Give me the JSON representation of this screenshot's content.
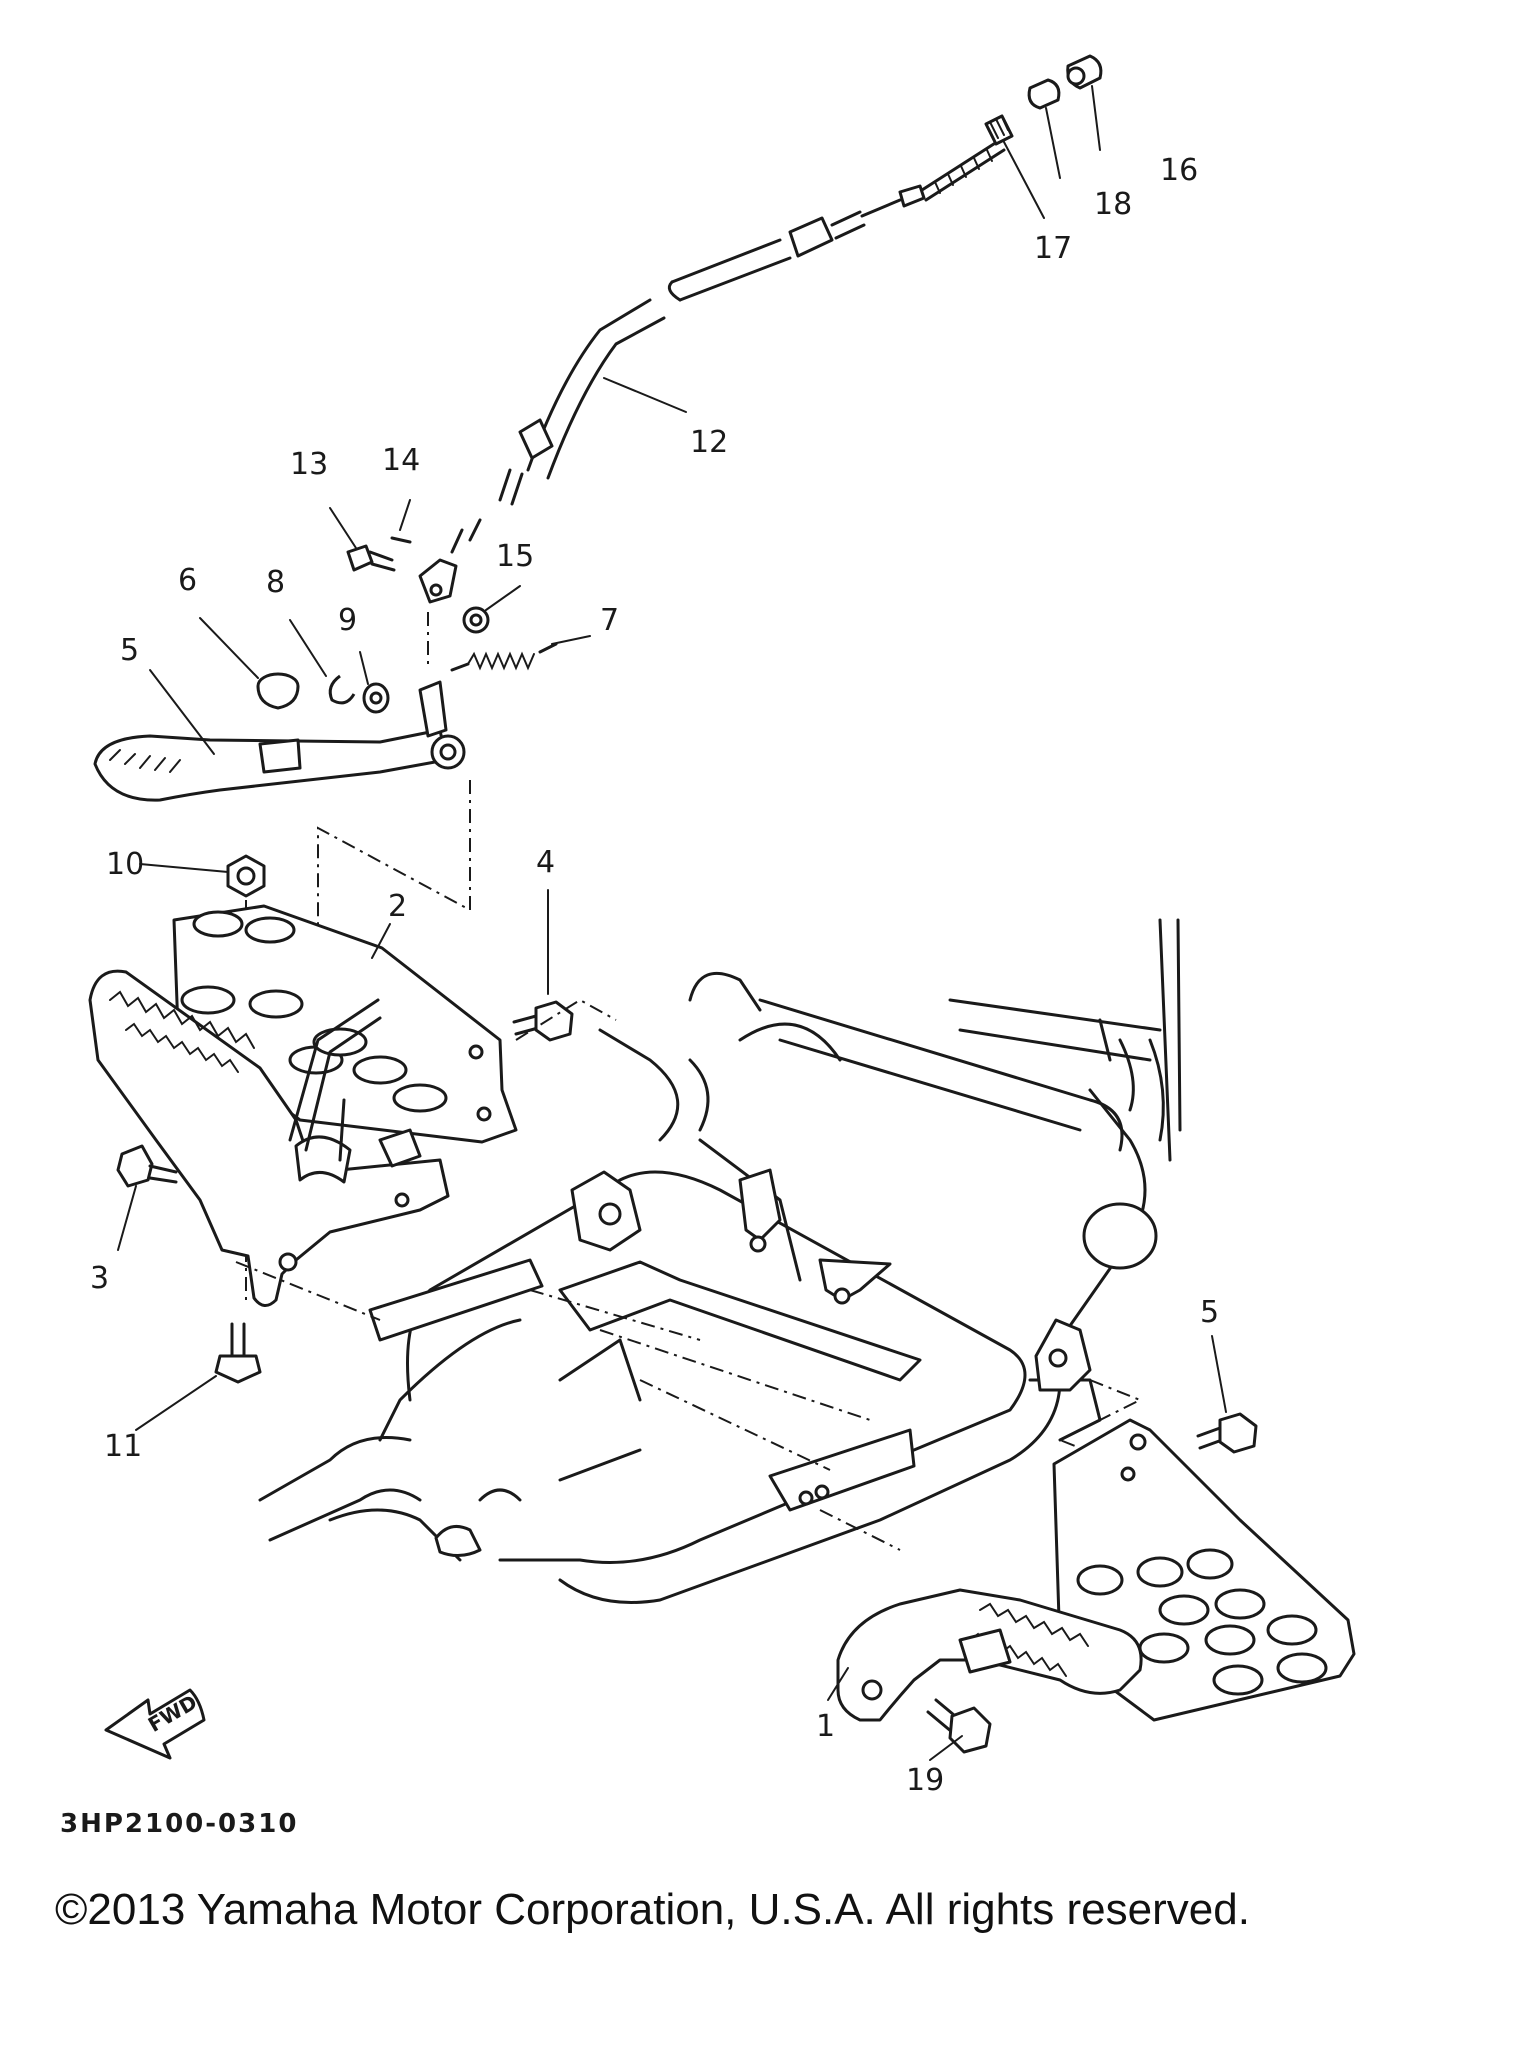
{
  "diagram": {
    "drawing_code": "3HP2100-0310",
    "direction_marker": "FWD",
    "callouts": [
      {
        "id": "c1",
        "label": "1"
      },
      {
        "id": "c2",
        "label": "2"
      },
      {
        "id": "c3",
        "label": "3"
      },
      {
        "id": "c4",
        "label": "4"
      },
      {
        "id": "c5a",
        "label": "5"
      },
      {
        "id": "c5b",
        "label": "5"
      },
      {
        "id": "c6",
        "label": "6"
      },
      {
        "id": "c7",
        "label": "7"
      },
      {
        "id": "c8",
        "label": "8"
      },
      {
        "id": "c9",
        "label": "9"
      },
      {
        "id": "c10",
        "label": "10"
      },
      {
        "id": "c11",
        "label": "11"
      },
      {
        "id": "c12",
        "label": "12"
      },
      {
        "id": "c13",
        "label": "13"
      },
      {
        "id": "c14",
        "label": "14"
      },
      {
        "id": "c15",
        "label": "15"
      },
      {
        "id": "c16",
        "label": "16"
      },
      {
        "id": "c17",
        "label": "17"
      },
      {
        "id": "c18",
        "label": "18"
      },
      {
        "id": "c19",
        "label": "19"
      }
    ]
  },
  "footer": {
    "copyright": "©2013 Yamaha Motor Corporation, U.S.A. All rights reserved."
  }
}
